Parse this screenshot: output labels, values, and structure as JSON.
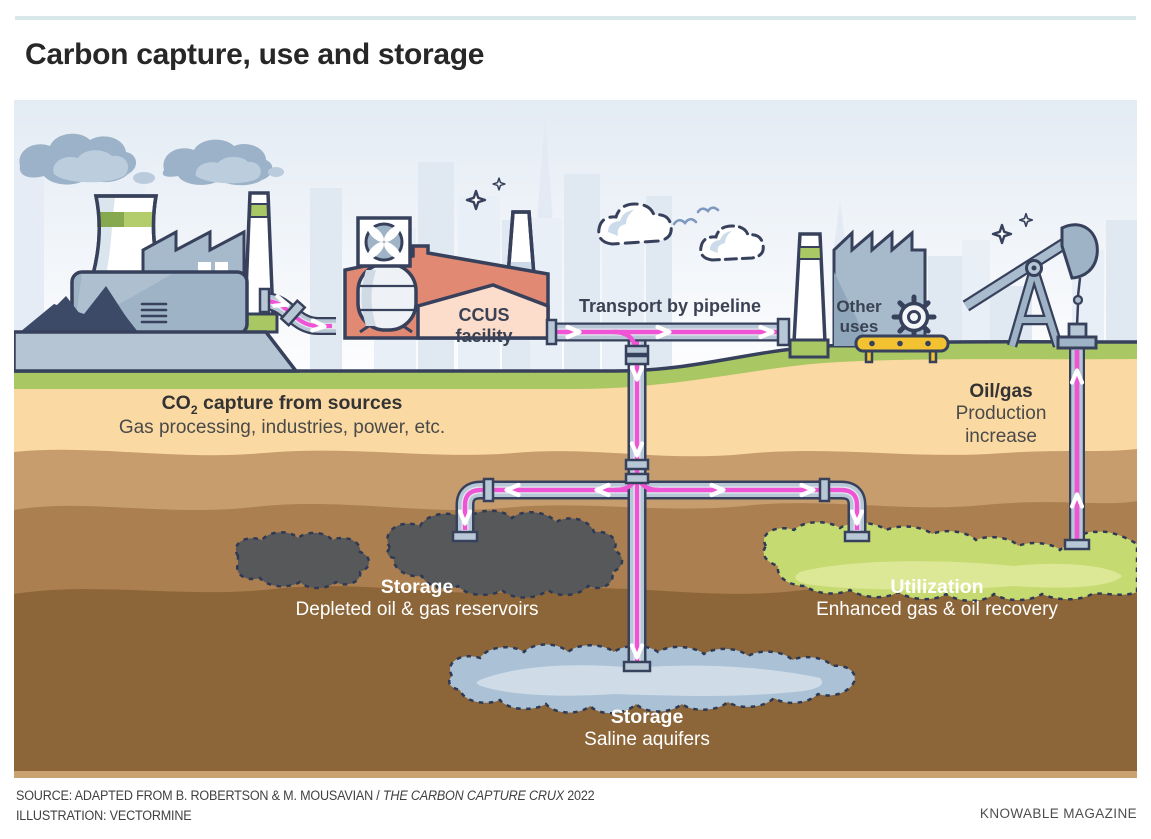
{
  "title": "Carbon capture, use and storage",
  "illustration": {
    "labels": {
      "transport": "Transport by pipeline",
      "ccus_facility": {
        "line1": "CCUS",
        "line2": "facility"
      },
      "other_uses": {
        "line1": "Other",
        "line2": "uses"
      },
      "capture": {
        "title_prefix": "CO",
        "title_sub": "2",
        "title_rest": " capture from sources",
        "desc": "Gas processing, industries, power, etc."
      },
      "oil_gas": {
        "title": "Oil/gas",
        "desc": "Production increase"
      },
      "storage_reservoirs": {
        "title": "Storage",
        "desc": "Depleted oil & gas reservoirs"
      },
      "utilization": {
        "title": "Utilization",
        "desc": "Enhanced gas & oil recovery"
      },
      "storage_saline": {
        "title": "Storage",
        "desc": "Saline aquifers"
      }
    }
  },
  "footer": {
    "source_prefix": "SOURCE: ADAPTED FROM B. ROBERTSON & M. MOUSAVIAN / ",
    "source_italic": "THE CARBON CAPTURE CRUX",
    "source_suffix": " 2022",
    "credit": "ILLUSTRATION: VECTORMINE",
    "magazine": "KNOWABLE MAGAZINE"
  },
  "colors": {
    "accent_rule": "#d9e8e8",
    "pink_flow": "#f054d4",
    "grass": "#a9c863",
    "sand": "#fbd9a2",
    "soil_light": "#c79d6e",
    "soil_mid": "#ab7f50",
    "soil_dark": "#8c6538",
    "blob_dark": "#57585a",
    "blob_green": "#c6da72",
    "blob_blue": "#abc2d6",
    "pipe_outline": "#37415c",
    "pipe_body": "#b7c7d6",
    "facility_salmon": "#e18973",
    "facility_peach": "#fcdcca",
    "yellow_pipe": "#f2c230",
    "white_label": "#ffffff"
  }
}
